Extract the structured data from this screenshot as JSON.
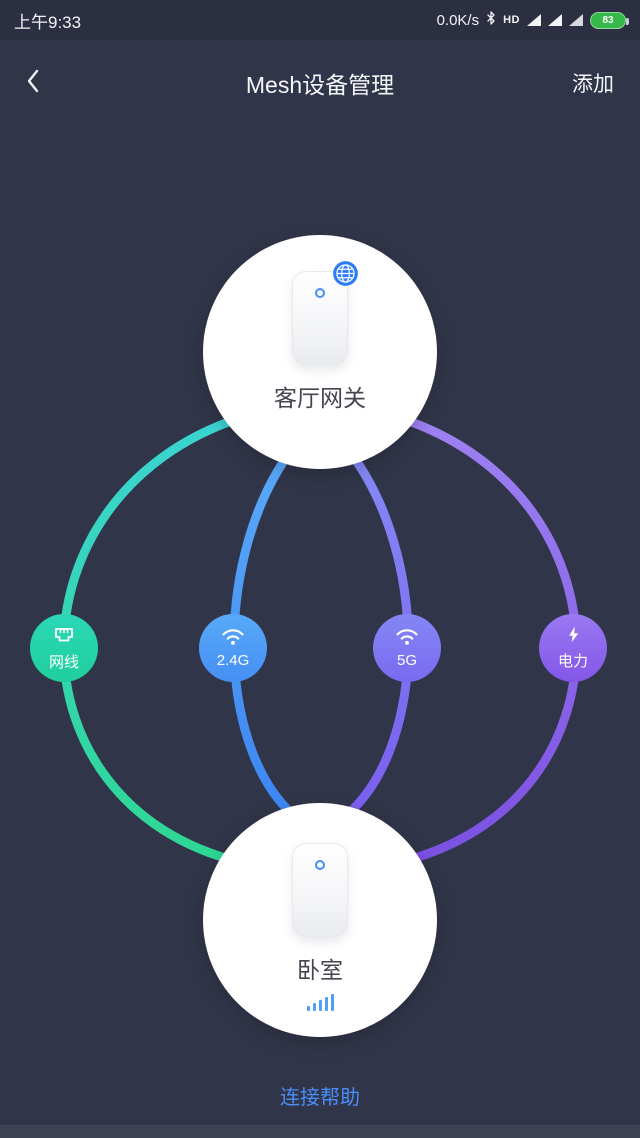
{
  "colors": {
    "background": "#313549",
    "status_bar_background": "#2b2f41",
    "link_text": "#4a8df8",
    "ethernet_badge": "#22d3a8",
    "wifi24_badge": "#4f9ff7",
    "wifi5_badge": "#7e79f3",
    "power_badge": "#8a5ff0",
    "battery_fill": "#35b94a",
    "node_circle": "#ffffff"
  },
  "icons": {
    "back": "chevron-left",
    "bluetooth": "bluetooth",
    "signal": "triangle",
    "globe": "internet-globe",
    "ethernet": "lan-port",
    "wifi": "wifi-arcs",
    "power": "lightning-bolt"
  },
  "status_bar": {
    "time": "上午9:33",
    "net_speed": "0.0K/s",
    "hd": "HD",
    "battery": "83"
  },
  "nav_bar": {
    "title": "Mesh设备管理",
    "action": "添加"
  },
  "topology": {
    "nodes": [
      {
        "role": "gateway",
        "label": "客厅网关"
      },
      {
        "role": "satellite",
        "label": "卧室"
      }
    ],
    "links": [
      {
        "id": "ethernet",
        "label": "网线"
      },
      {
        "id": "wifi-2_4g",
        "label": "2.4G"
      },
      {
        "id": "wifi-5g",
        "label": "5G"
      },
      {
        "id": "power",
        "label": "电力"
      }
    ]
  },
  "footer": {
    "help_link": "连接帮助"
  }
}
